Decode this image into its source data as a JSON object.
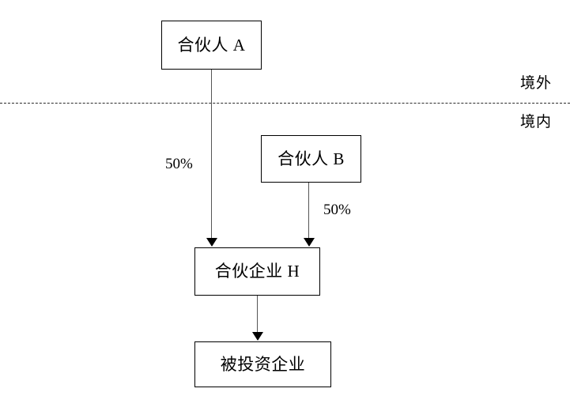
{
  "diagram": {
    "title": "",
    "background_color": "#ffffff",
    "line_color": "#555555",
    "border_color": "#000000",
    "divider_color": "#2a2a2a",
    "nodes": [
      {
        "id": "partner-a",
        "label": "合伙人 A",
        "region": "offshore"
      },
      {
        "id": "partner-b",
        "label": "合伙人 B",
        "region": "onshore"
      },
      {
        "id": "partnership-h",
        "label": "合伙企业 H",
        "region": "onshore"
      },
      {
        "id": "invested-enterprise",
        "label": "被投资企业",
        "region": "onshore"
      }
    ],
    "edges": [
      {
        "from": "partner-a",
        "to": "partnership-h",
        "label": "50%"
      },
      {
        "from": "partner-b",
        "to": "partnership-h",
        "label": "50%"
      },
      {
        "from": "partnership-h",
        "to": "invested-enterprise",
        "label": ""
      }
    ],
    "regions": {
      "offshore_label": "境外",
      "onshore_label": "境内"
    }
  }
}
